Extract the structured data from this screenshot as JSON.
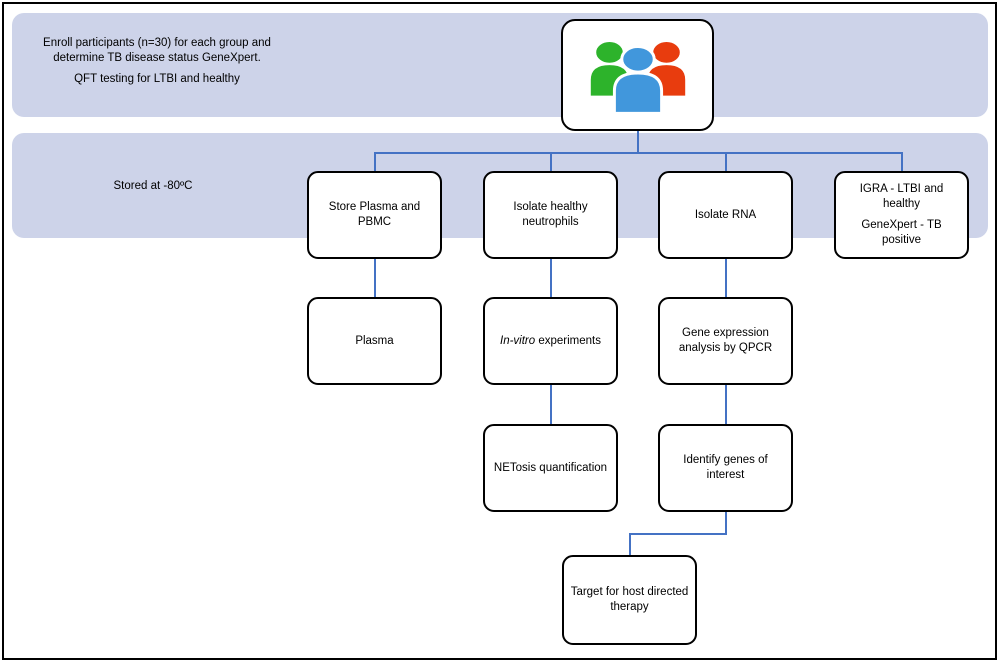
{
  "colors": {
    "banner_bg": "#cdd3e9",
    "connector": "#4472c4",
    "node_border": "#000000",
    "icon_green": "#2db32b",
    "icon_blue": "#4197dc",
    "icon_red": "#e83c0e"
  },
  "banners": {
    "enrollment": {
      "paragraph1": "Enroll participants (n=30) for each group and determine TB disease status GeneXpert.",
      "paragraph2": "QFT testing for LTBI and healthy"
    },
    "storage": {
      "label": "Stored at -80ºC"
    }
  },
  "nodes": {
    "participants": {
      "icon": "three-people-icon"
    },
    "store_plasma": {
      "label": "Store Plasma and PBMC"
    },
    "isolate_neutrophils": {
      "label": "Isolate healthy neutrophils"
    },
    "isolate_rna": {
      "label": "Isolate RNA"
    },
    "igra": {
      "line1": "IGRA - LTBI and healthy",
      "line2": "GeneXpert - TB positive"
    },
    "plasma": {
      "label": "Plasma"
    },
    "invitro": {
      "italic": "In-vitro",
      "rest": " experiments"
    },
    "gene_expression": {
      "label": "Gene expression analysis by QPCR"
    },
    "netosis": {
      "label": "NETosis quantification"
    },
    "identify_genes": {
      "label": "Identify genes of interest"
    },
    "target_therapy": {
      "label": "Target for host directed therapy"
    }
  }
}
